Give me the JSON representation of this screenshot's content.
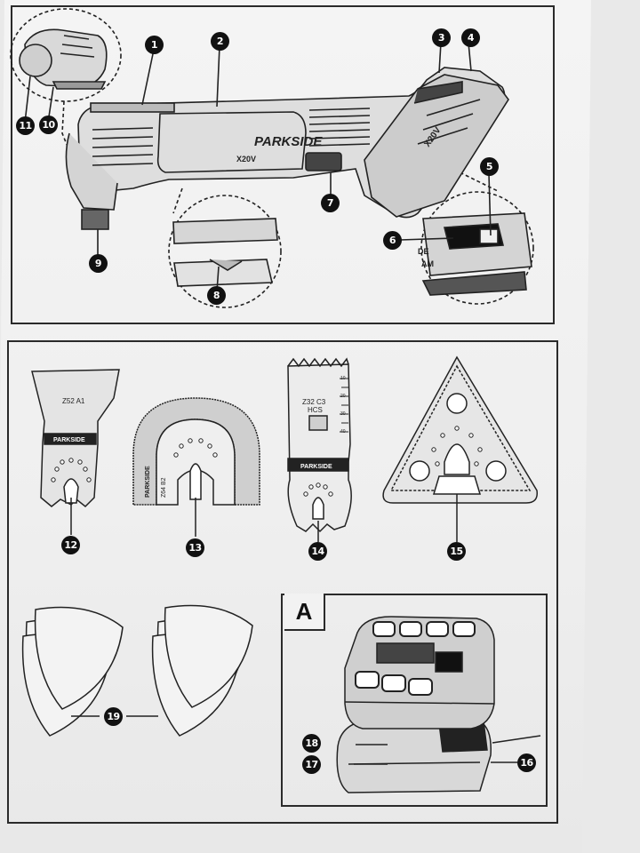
{
  "brand": "PARKSIDE",
  "series": "X20V",
  "tools": {
    "scraper_code": "Z52 A1",
    "segment_code": "Z64 B2",
    "plunge_code": "Z32 C3",
    "plunge_material": "HCS",
    "scale_ticks": [
      "10",
      "20",
      "30",
      "40"
    ]
  },
  "panel_a_label": "A",
  "partial_label_1": "DE",
  "partial_label_2": "AM",
  "callouts": {
    "n1": "1",
    "n2": "2",
    "n3": "3",
    "n4": "4",
    "n5": "5",
    "n6": "6",
    "n7": "7",
    "n8": "8",
    "n9": "9",
    "n10": "10",
    "n11": "11",
    "n12": "12",
    "n13": "13",
    "n14": "14",
    "n15": "15",
    "n16": "16",
    "n17": "17",
    "n18": "18",
    "n19": "19"
  }
}
